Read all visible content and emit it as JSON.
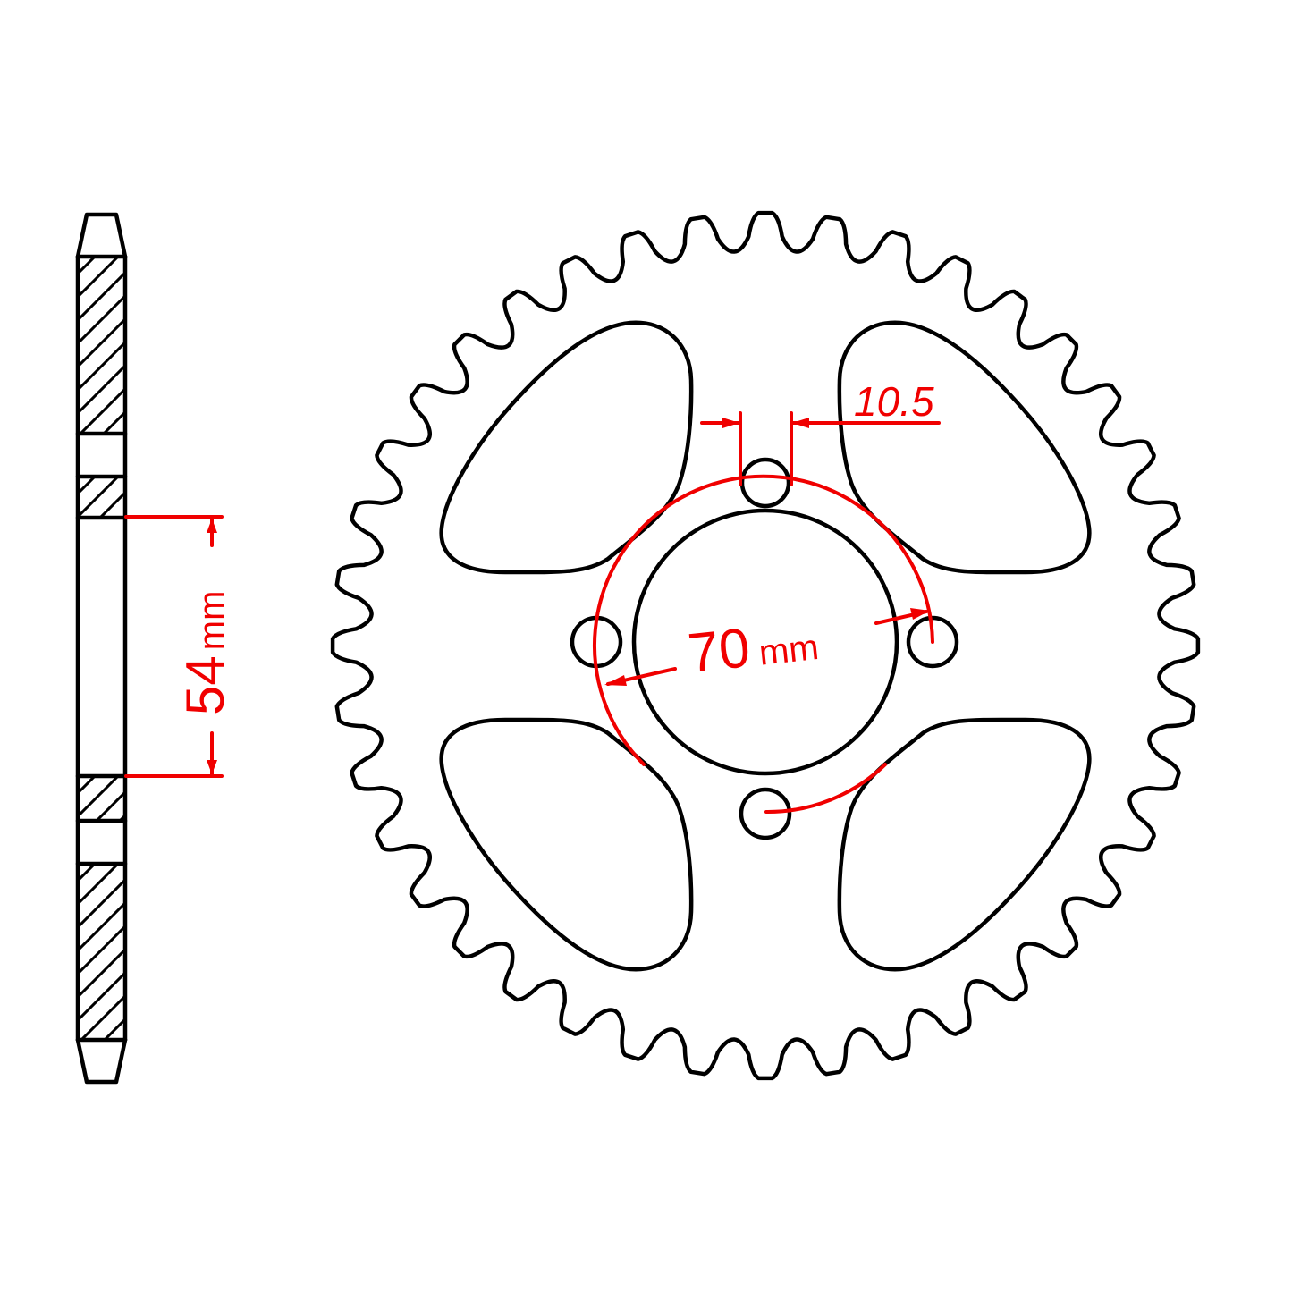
{
  "diagram": {
    "subject": "Rear chain sprocket technical drawing",
    "colors": {
      "outline": "#000000",
      "dimension": "#f00000",
      "background": "#ffffff"
    },
    "side_view": {
      "label": "side-profile-section",
      "dimension": {
        "value": "54",
        "unit": "mm",
        "text": "54 mm",
        "meaning": "center bore diameter"
      }
    },
    "front_view": {
      "label": "sprocket-front-view",
      "tooth_count": 40,
      "bolt_hole_count": 4,
      "lightening_cutout_count": 4,
      "dimensions": {
        "bolt_circle": {
          "value": "70",
          "unit": "mm",
          "number_text": "70",
          "unit_text": "mm"
        },
        "bolt_hole": {
          "value": "10.5",
          "text": "10.5"
        }
      }
    }
  }
}
